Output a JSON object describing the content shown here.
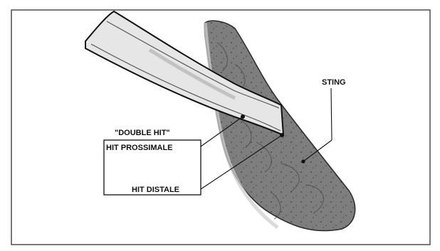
{
  "labels": {
    "double_hit": "\"DOUBLE HIT\"",
    "hit_prossimale": "HIT PROSSIMALE",
    "hit_distale": "HIT DISTALE",
    "sting": "STING"
  },
  "colors": {
    "ink": "#111111",
    "tissue": "#7e7e7e",
    "tissue_dark": "#5a5a5a",
    "tube_fill": "#e6e6e6",
    "frame": "#222222"
  }
}
